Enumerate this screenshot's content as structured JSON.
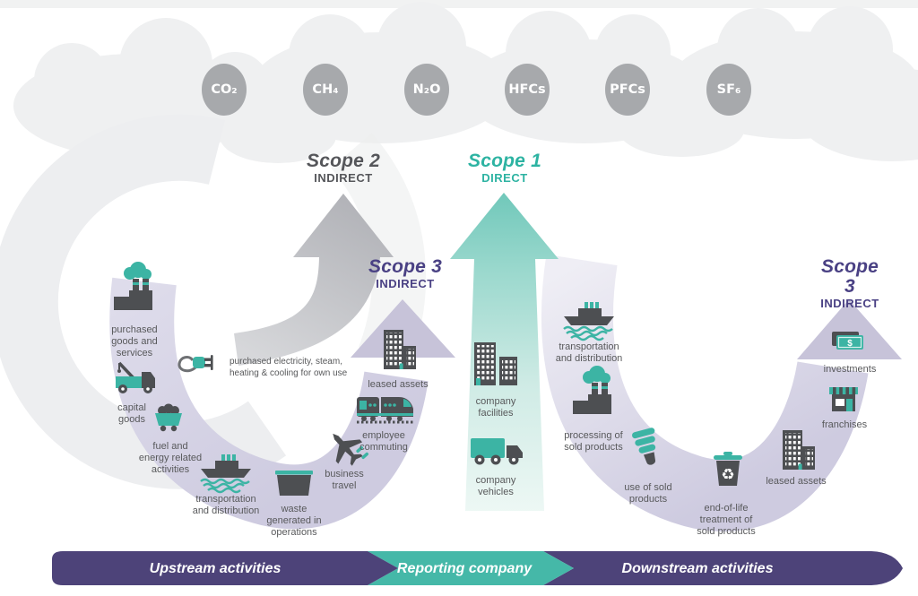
{
  "header": {
    "gases": [
      "CO₂",
      "CH₄",
      "N₂O",
      "HFCs",
      "PFCs",
      "SF₆"
    ]
  },
  "scopes": {
    "scope2": {
      "title": "Scope 2",
      "subtitle": "INDIRECT"
    },
    "scope1": {
      "title": "Scope 1",
      "subtitle": "DIRECT"
    },
    "scope3_upstream": {
      "title": "Scope 3",
      "subtitle": "INDIRECT"
    },
    "scope3_downstream": {
      "title": "Scope 3",
      "subtitle": "INDIRECT"
    }
  },
  "upstream": {
    "purchased_goods": "purchased\ngoods and\nservices",
    "electricity_note": "purchased electricity, steam,\nheating & cooling for own use",
    "capital_goods": "capital\ngoods",
    "fuel_energy": "fuel and\nenergy related\nactivities",
    "transportation": "transportation\nand distribution",
    "waste": "waste\ngenerated in\noperations",
    "business_travel": "business\ntravel",
    "employee_commuting": "employee\ncommuting",
    "leased_assets": "leased assets"
  },
  "reporting": {
    "company_facilities": "company\nfacilities",
    "company_vehicles": "company\nvehicles"
  },
  "downstream": {
    "transportation": "transportation\nand distribution",
    "processing": "processing of\nsold products",
    "use_of_sold": "use of sold\nproducts",
    "end_of_life": "end-of-life\ntreatment of\nsold products",
    "leased_assets": "leased assets",
    "franchises": "franchises",
    "investments": "investments"
  },
  "footer": {
    "upstream": "Upstream activities",
    "reporting": "Reporting company",
    "downstream": "Downstream activities"
  },
  "icon_glyphs": {
    "recycle": "♻",
    "dollar": "$"
  },
  "colors": {
    "teal": "#3cb4a4",
    "purple_dark": "#4d4379",
    "purple_light": "#cfccdf",
    "gray_arrow": "#b6b7bc",
    "gas_circle": "#a7a9ac",
    "cloud": "#eff0f1",
    "icon_dark": "#4d4f52",
    "label_text": "#58595b",
    "scope1_text": "#2db3a2",
    "scope2_text": "#55565a",
    "scope3_text": "#4a4184"
  }
}
